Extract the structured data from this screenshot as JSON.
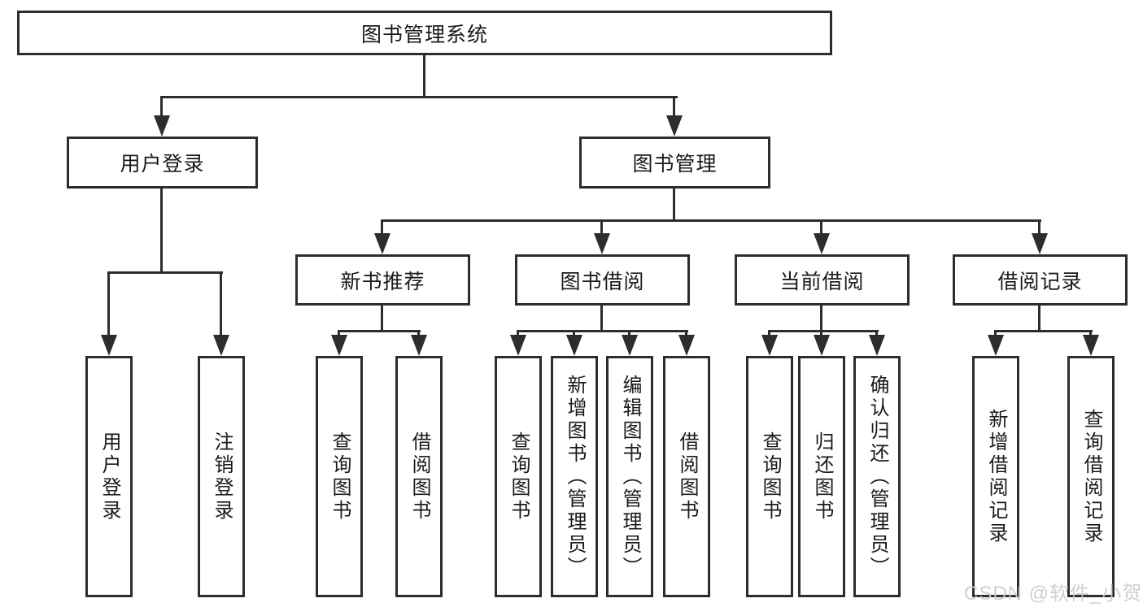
{
  "diagram": {
    "title": "图书管理系统",
    "level2": [
      {
        "label": "用户登录",
        "children": [
          "用户登录",
          "注销登录"
        ]
      },
      {
        "label": "图书管理"
      }
    ],
    "level3": [
      {
        "label": "新书推荐",
        "children": [
          "查询图书",
          "借阅图书"
        ]
      },
      {
        "label": "图书借阅",
        "children": [
          "查询图书",
          "新增图书（管理员）",
          "编辑图书（管理员）",
          "借阅图书"
        ]
      },
      {
        "label": "当前借阅",
        "children": [
          "查询图书",
          "归还图书",
          "确认归还（管理员）"
        ]
      },
      {
        "label": "借阅记录",
        "children": [
          "新增借阅记录",
          "查询借阅记录"
        ]
      }
    ]
  },
  "watermark": "CSDN @软件_小贺同学",
  "colors": {
    "line": "#2d2d2d",
    "text": "#1a1a1a",
    "watermark": "#cbcbcb",
    "background": "#ffffff"
  }
}
